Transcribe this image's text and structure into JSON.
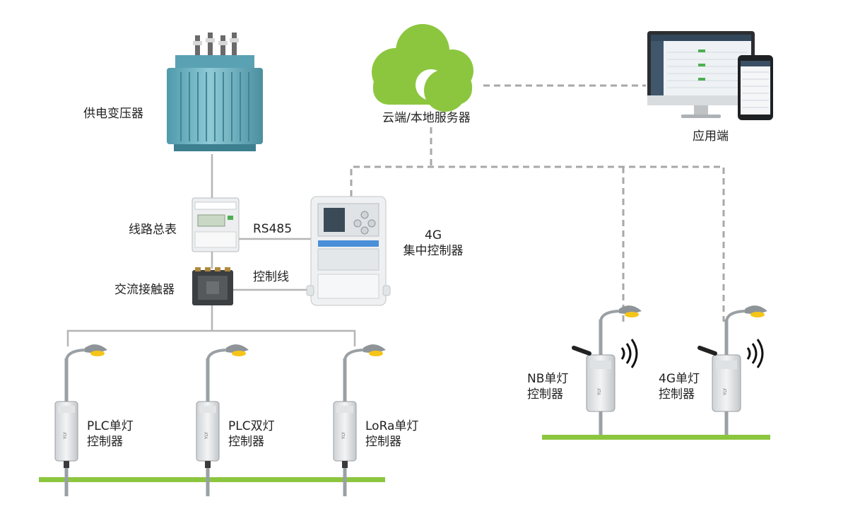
{
  "labels": {
    "transformer": "供电变压器",
    "server": "云端/本地服务器",
    "app": "应用端",
    "meter": "线路总表",
    "rs485": "RS485",
    "concentrator_line1": "4G",
    "concentrator_line2": "集中控制器",
    "contactor": "交流接触器",
    "control_line": "控制线",
    "plc_single_1": "PLC单灯",
    "plc_single_2": "控制器",
    "plc_double_1": "PLC双灯",
    "plc_double_2": "控制器",
    "lora_1": "LoRa单灯",
    "lora_2": "控制器",
    "nb_1": "NB单灯",
    "nb_2": "控制器",
    "g4_1": "4G单灯",
    "g4_2": "控制器"
  },
  "colors": {
    "ground": "#8cc63f",
    "cloud": "#8cc63f",
    "solid_line": "#b5b5b5",
    "dashed_line": "#a8a8a8",
    "transformer": "#6fb3c2",
    "lamp_light": "#f5c518"
  },
  "icons": {
    "transformer": "transformer-icon",
    "cloud": "cloud-icon",
    "devices": "monitor-phone-icon",
    "meter": "energy-meter-icon",
    "concentrator": "concentrator-icon",
    "contactor": "contactor-icon",
    "streetlight": "streetlight-icon",
    "wireless": "wireless-signal-icon"
  }
}
